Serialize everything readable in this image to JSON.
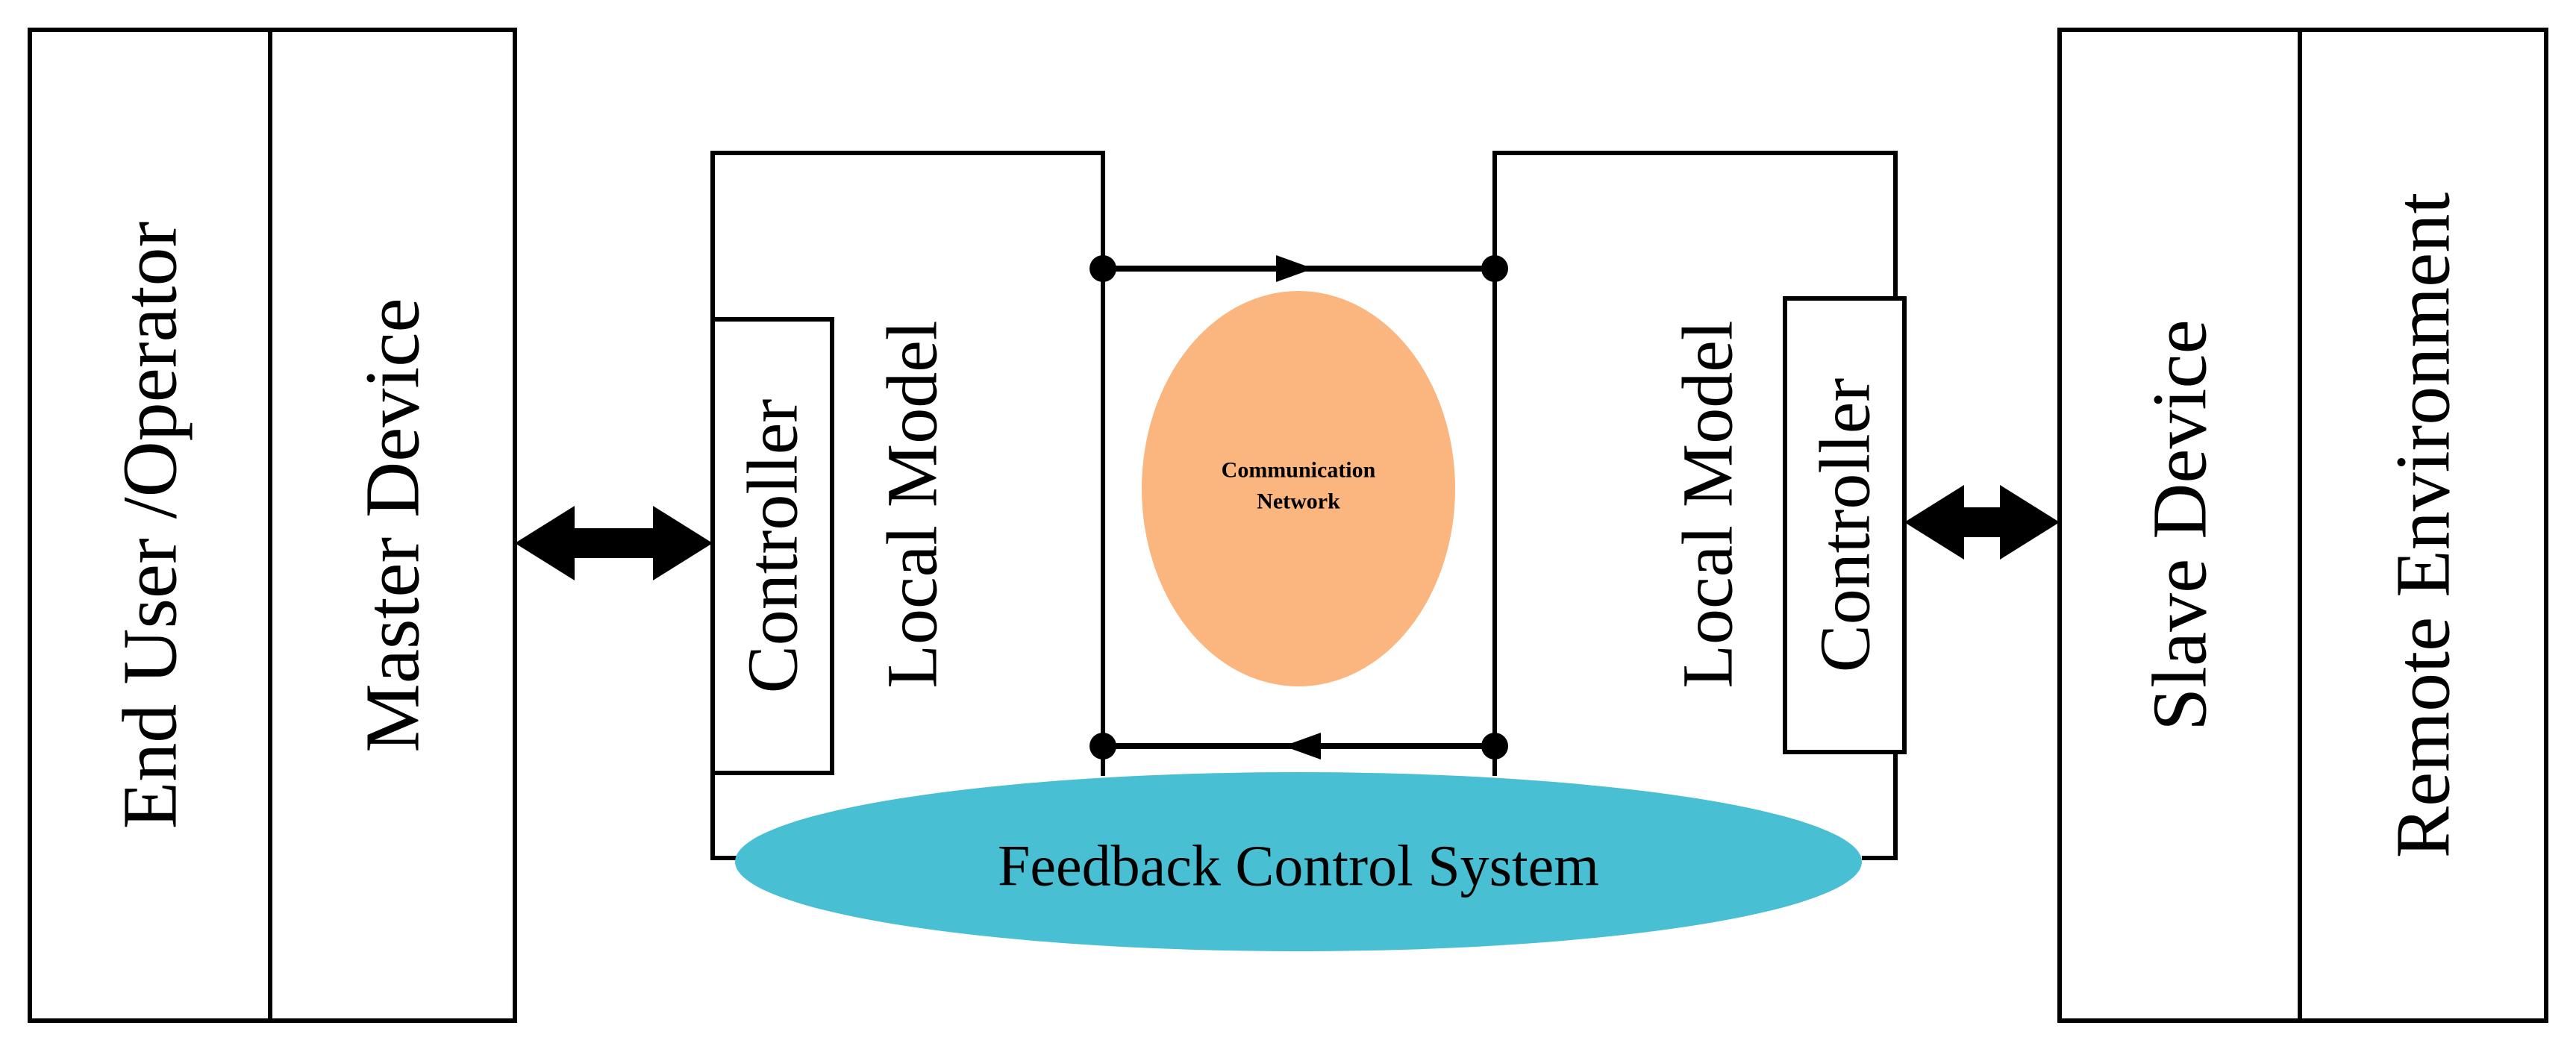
{
  "left_panel": {
    "end_user_label": "End User /Operator",
    "master_device_label": "Master Device"
  },
  "right_panel": {
    "slave_device_label": "Slave Device",
    "remote_environment_label": "Remote Environment"
  },
  "left_site": {
    "controller_label": "Controller",
    "local_model_label": "Local Model"
  },
  "right_site": {
    "controller_label": "Controller",
    "local_model_label": "Local Model"
  },
  "network": {
    "line1": "Communication",
    "line2": "Network",
    "fill_color": "#fbb57f"
  },
  "feedback": {
    "label": "Feedback Control System",
    "fill_color": "#48bfd3"
  }
}
